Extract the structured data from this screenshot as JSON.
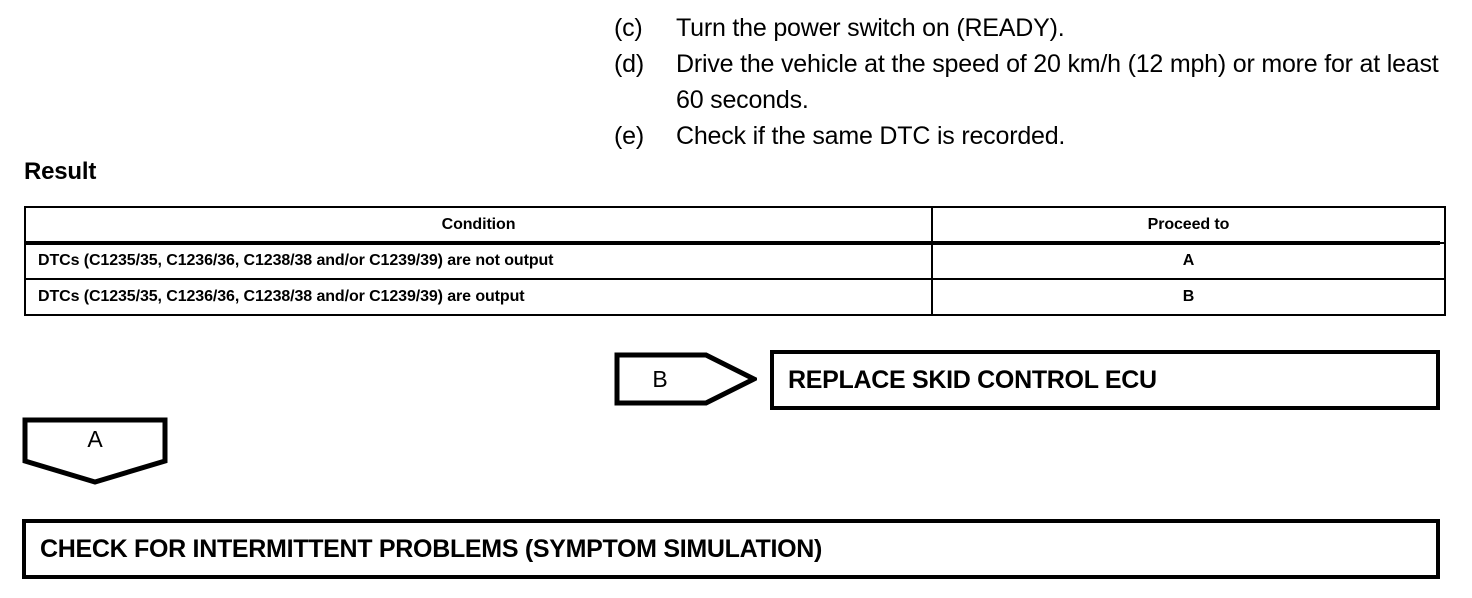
{
  "steps": [
    {
      "marker": "(c)",
      "text": "Turn the power switch on (READY)."
    },
    {
      "marker": "(d)",
      "text": "Drive the vehicle at the speed of 20 km/h (12 mph) or more for at least 60 seconds."
    },
    {
      "marker": "(e)",
      "text": "Check if the same DTC is recorded."
    }
  ],
  "result": {
    "heading": "Result",
    "columns": [
      "Condition",
      "Proceed to"
    ],
    "rows": [
      {
        "condition": "DTCs (C1235/35, C1236/36, C1238/38 and/or C1239/39) are not output",
        "proceed_to": "A"
      },
      {
        "condition": "DTCs (C1235/35, C1236/36, C1238/38 and/or C1239/39) are output",
        "proceed_to": "B"
      }
    ]
  },
  "flow": {
    "connector_b": "B",
    "action_b": "REPLACE SKID CONTROL ECU",
    "connector_a": "A",
    "action_a": "CHECK FOR INTERMITTENT PROBLEMS (SYMPTOM SIMULATION)"
  },
  "colors": {
    "ink": "#000000",
    "paper": "#ffffff"
  }
}
